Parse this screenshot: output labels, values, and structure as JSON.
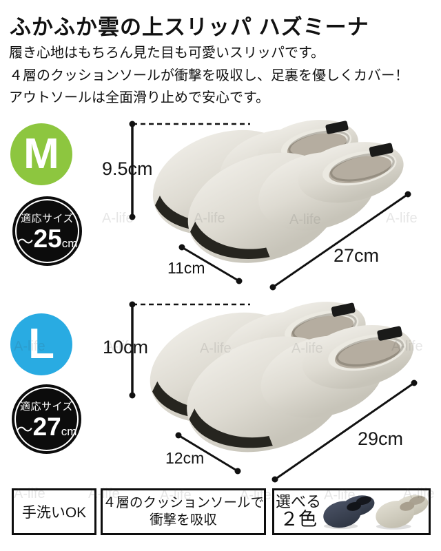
{
  "watermark": "A-life",
  "header": {
    "title": "ふかふか雲の上スリッパ ハズミーナ",
    "description": [
      "履き心地はもちろん見た目も可愛いスリッパです。",
      "４層のクッションソールが衝撃を吸収し、足裏を優しくカバー！",
      "アウトソールは全面滑り止めで安心です。"
    ]
  },
  "sizes": [
    {
      "badge": "M",
      "fit_label": "適応サイズ",
      "fit_prefix": "～",
      "fit_value": "25",
      "fit_unit": "cm",
      "height_label": "9.5cm",
      "width_label": "11cm",
      "length_label": "27cm"
    },
    {
      "badge": "L",
      "fit_label": "適応サイズ",
      "fit_prefix": "～",
      "fit_value": "27",
      "fit_unit": "cm",
      "height_label": "10cm",
      "width_label": "12cm",
      "length_label": "29cm"
    }
  ],
  "features": {
    "wash": "手洗いOK",
    "cushion_line1": "４層のクッションソールで",
    "cushion_line2": "衝撃を吸収",
    "choose_line1": "選べる",
    "choose_line2": "２色"
  },
  "colors": {
    "badge_m_green": "#8dc63f",
    "badge_l_blue": "#29abe2",
    "fit_circle_black": "#0c0c0c",
    "felt_gray": "#ddd9d0",
    "insole_tan": "#b5ada0",
    "sole_dark": "#26251f",
    "variant_navy": "#3d4454",
    "variant_beige": "#d6d2c4"
  }
}
